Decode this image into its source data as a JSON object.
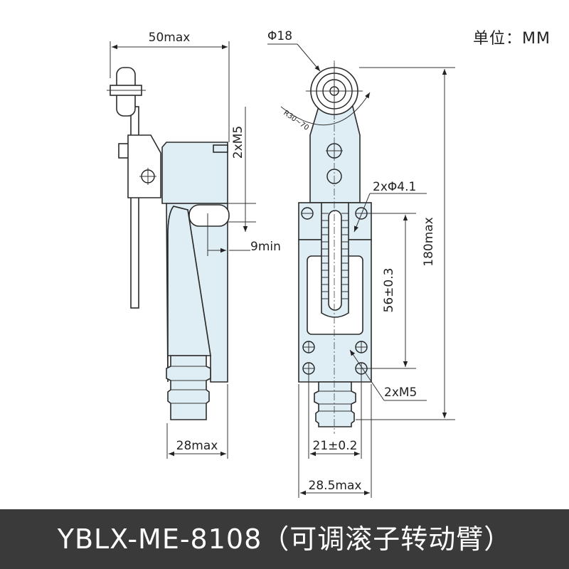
{
  "unit_label": "单位：MM",
  "footer_title": "YBLX-ME-8108（可调滚子转动臂）",
  "dimensions": {
    "width_max_top": "50max",
    "thread_side": "2xM5",
    "gap_min": "9min",
    "base_width_side": "28max",
    "roller_diameter": "Φ18",
    "arm_radius": "R30~70",
    "hole_diameter": "2xΦ4.1",
    "hole_spacing": "56±0.3",
    "height_max": "180max",
    "thread_front": "2xM5",
    "hole_pitch": "21±0.2",
    "base_width_front": "28.5max"
  },
  "colors": {
    "body_fill": "#dfeef5",
    "line": "#2b2b2b",
    "footer_bg": "#3a3a3a"
  }
}
